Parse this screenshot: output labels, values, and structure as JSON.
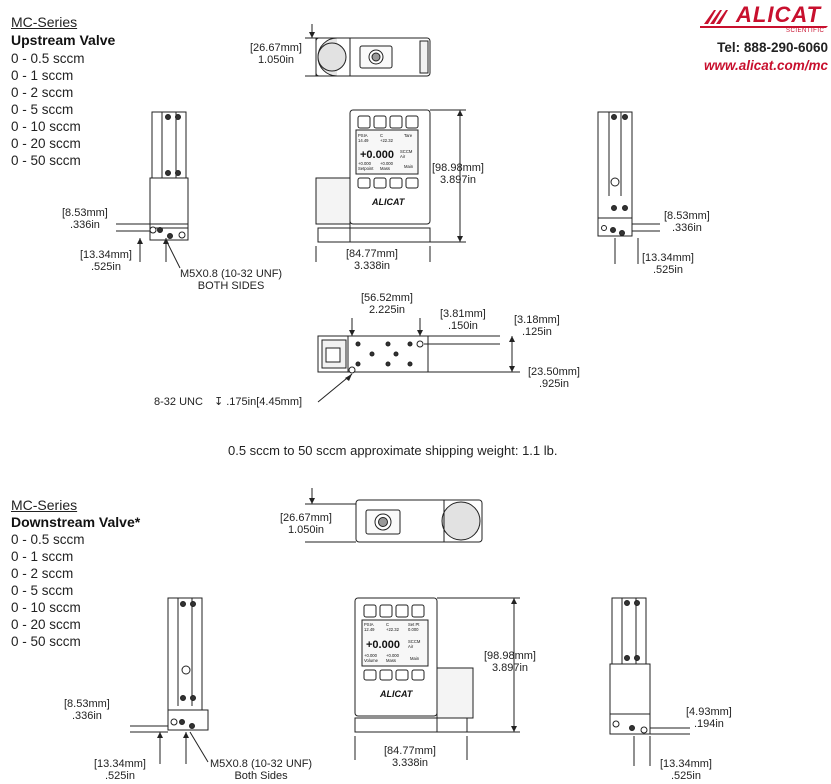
{
  "brand": {
    "name": "ALICAT",
    "tagline": "SCIENTIFIC",
    "phone": "Tel: 888-290-6060",
    "website": "www.alicat.com/mc",
    "color": "#c8102e"
  },
  "upstream": {
    "series": "MC-Series",
    "valve": "Upstream Valve",
    "ranges": [
      "0 - 0.5 sccm",
      "0 - 1 sccm",
      "0 - 2 sccm",
      "0 - 5 sccm",
      "0 - 10 sccm",
      "0 - 20 sccm",
      "0 - 50 sccm"
    ],
    "dims": {
      "top_height_mm": "[26.67mm]",
      "top_height_in": "1.050in",
      "height_mm": "[98.98mm]",
      "height_in": "3.897in",
      "width_mm": "[84.77mm]",
      "width_in": "3.338in",
      "left_port_mm": "[8.53mm]",
      "left_port_in": ".336in",
      "left_depth_mm": "[13.34mm]",
      "left_depth_in": ".525in",
      "right_port_mm": "[8.53mm]",
      "right_port_in": ".336in",
      "right_depth_mm": "[13.34mm]",
      "right_depth_in": ".525in",
      "thread": "M5X0.8 (10-32 UNF)",
      "thread_sides": "BOTH SIDES",
      "bottom_span_mm": "[56.52mm]",
      "bottom_span_in": "2.225in",
      "bottom_hole_mm": "[3.81mm]",
      "bottom_hole_in": ".150in",
      "bottom_edge_mm": "[3.18mm]",
      "bottom_edge_in": ".125in",
      "bottom_depth_mm": "[23.50mm]",
      "bottom_depth_in": ".925in",
      "mount_thread": "8-32 UNC",
      "mount_depth": ".175in[4.45mm]"
    },
    "weight_note": "0.5 sccm to 50 sccm approximate shipping weight: 1.1 lb."
  },
  "downstream": {
    "series": "MC-Series",
    "valve": "Downstream Valve*",
    "ranges": [
      "0 - 0.5 sccm",
      "0 - 1 sccm",
      "0 - 2 sccm",
      "0 - 5 sccm",
      "0 - 10 sccm",
      "0 - 20 sccm",
      "0 - 50 sccm"
    ],
    "dims": {
      "top_height_mm": "[26.67mm]",
      "top_height_in": "1.050in",
      "height_mm": "[98.98mm]",
      "height_in": "3.897in",
      "width_mm": "[84.77mm]",
      "width_in": "3.338in",
      "left_port_mm": "[8.53mm]",
      "left_port_in": ".336in",
      "left_depth_mm": "[13.34mm]",
      "left_depth_in": ".525in",
      "right_port_mm": "[4.93mm]",
      "right_port_in": ".194in",
      "right_depth_mm": "[13.34mm]",
      "right_depth_in": ".525in",
      "thread": "M5X0.8 (10-32 UNF)",
      "thread_sides": "Both Sides"
    }
  },
  "display": {
    "upstream_top_left": "PSIA",
    "upstream_top_left_val": "14.49",
    "upstream_top_mid": "C",
    "upstream_top_mid_val": "+22.32",
    "upstream_top_right": "Tare",
    "reading": "+0.000",
    "unit": "SCCM",
    "gas": "Air",
    "upstream_bot_left": "+0.000",
    "upstream_bot_left_lbl": "Setpoint",
    "upstream_bot_mid": "+0.000",
    "upstream_bot_mid_lbl": "Mass",
    "upstream_bot_right": "Main",
    "downstream_top_left": "PSIA",
    "downstream_top_left_val": "12.49",
    "downstream_top_mid": "C",
    "downstream_top_mid_val": "+22.32",
    "downstream_top_right": "Set Pt",
    "downstream_top_right_val": "0.000",
    "downstream_bot_left": "+0.000",
    "downstream_bot_left_lbl": "Volume",
    "downstream_bot_mid": "+0.000",
    "downstream_bot_mid_lbl": "Mass",
    "downstream_bot_right": "Main"
  }
}
